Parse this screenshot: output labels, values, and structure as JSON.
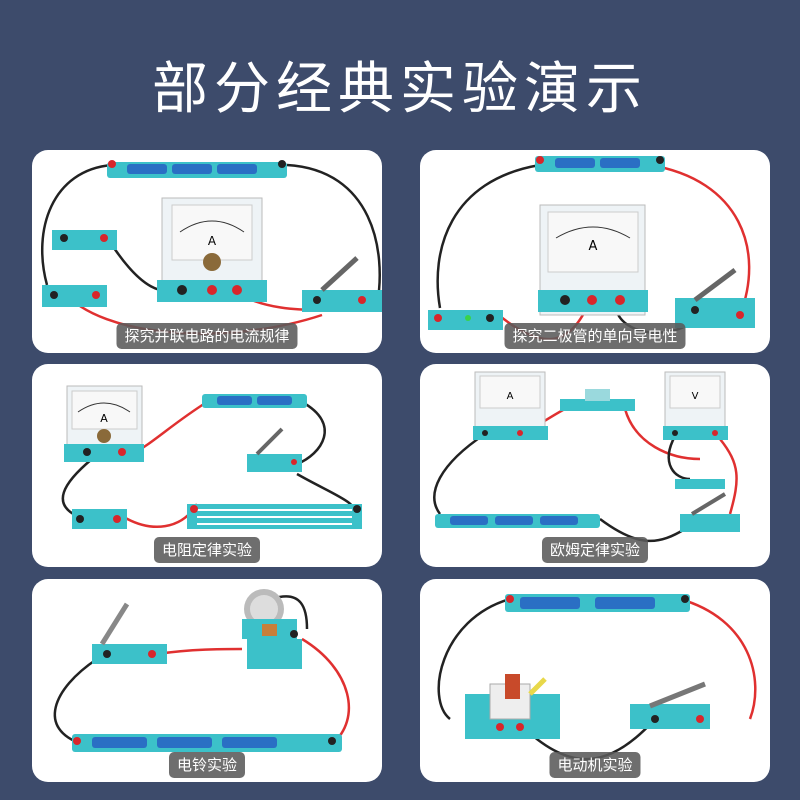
{
  "page": {
    "title": "部分经典实验演示"
  },
  "panels": [
    {
      "caption": "探究并联电路的电流规律"
    },
    {
      "caption": "探究二极管的单向导电性"
    },
    {
      "caption": "电阻定律实验"
    },
    {
      "caption": "欧姆定律实验"
    },
    {
      "caption": "电铃实验"
    },
    {
      "caption": "电动机实验"
    }
  ],
  "meter_labels": {
    "ammeter": "A",
    "voltmeter": "V"
  },
  "colors": {
    "background": "#3d4b6b",
    "panel": "#ffffff",
    "base_teal": "#3cc1c9",
    "terminal_red": "#d8262b",
    "wire_black": "#222222",
    "wire_red": "#e03030",
    "battery_blue": "#2a6fc4"
  }
}
